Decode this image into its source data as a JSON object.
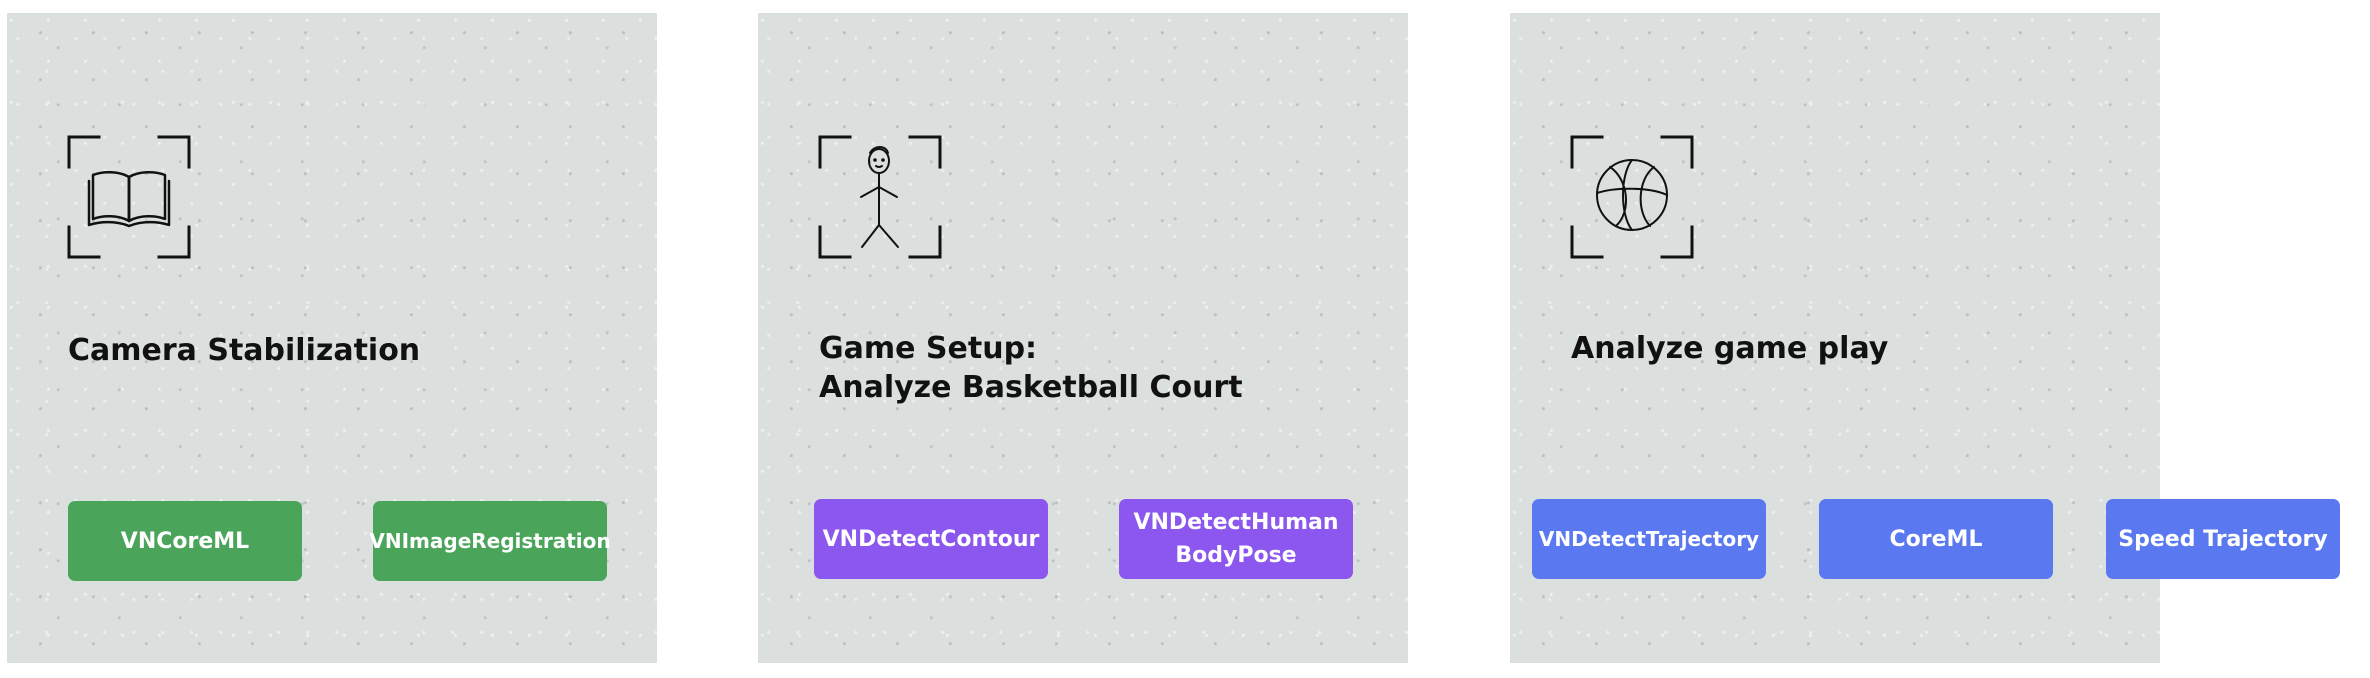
{
  "colors": {
    "card_background": "#dbe0df",
    "green_chip": "#4aa55b",
    "purple_chip": "#8b57ee",
    "blue_chip": "#5a78ef",
    "icon_stroke": "#111111"
  },
  "cards": [
    {
      "icon": "open-book-icon",
      "title_lines": [
        "Camera Stabilization"
      ],
      "chips": [
        "VNCoreML",
        "VNImageRegistration"
      ]
    },
    {
      "icon": "stick-figure-icon",
      "title_lines": [
        "Game Setup:",
        "Analyze Basketball Court"
      ],
      "chips": [
        "VNDetectContour",
        "VNDetectHuman\nBodyPose"
      ]
    },
    {
      "icon": "basketball-icon",
      "title_lines": [
        "Analyze game play"
      ],
      "chips": [
        "VNDetectTrajectory",
        "CoreML",
        "Speed Trajectory"
      ]
    }
  ]
}
